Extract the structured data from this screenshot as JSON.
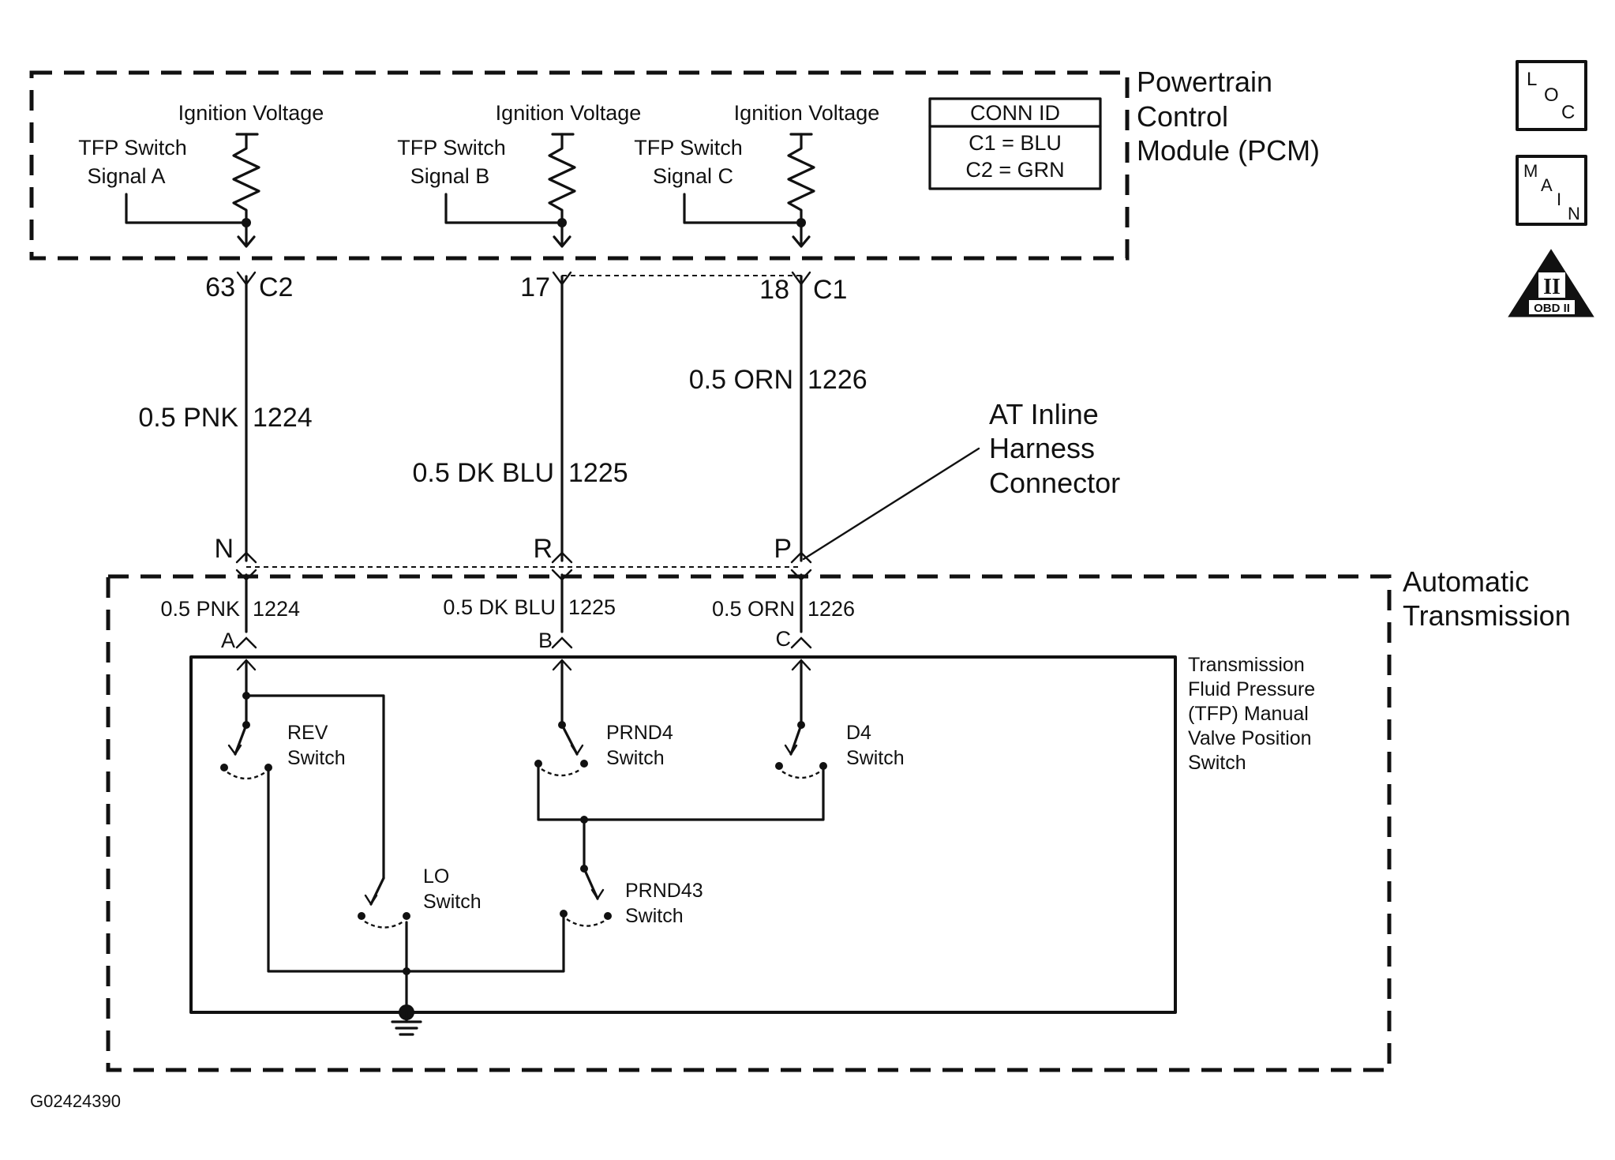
{
  "pcm": {
    "title": [
      "Powertrain",
      "Control",
      "Module (PCM)"
    ],
    "inputs": [
      {
        "top": "Ignition Voltage",
        "sig1": "TFP Switch",
        "sig2": "Signal A"
      },
      {
        "top": "Ignition Voltage",
        "sig1": "TFP Switch",
        "sig2": "Signal B"
      },
      {
        "top": "Ignition Voltage",
        "sig1": "TFP Switch",
        "sig2": "Signal C"
      }
    ],
    "conn_id": {
      "title": "CONN ID",
      "c1": "C1 = BLU",
      "c2": "C2 = GRN"
    }
  },
  "pins": {
    "p63": "63",
    "c2": "C2",
    "p17": "17",
    "p18": "18",
    "c1": "C1"
  },
  "wires": [
    {
      "gauge": "0.5 PNK",
      "circuit": "1224"
    },
    {
      "gauge": "0.5 DK BLU",
      "circuit": "1225"
    },
    {
      "gauge": "0.5 ORN",
      "circuit": "1226"
    }
  ],
  "inline": {
    "label": [
      "AT Inline",
      "Harness",
      "Connector"
    ],
    "pins": [
      "N",
      "R",
      "P"
    ]
  },
  "trans": {
    "title": [
      "Automatic",
      "Transmission"
    ],
    "pins": [
      "A",
      "B",
      "C"
    ],
    "tfp_label": [
      "Transmission",
      "Fluid Pressure",
      "(TFP) Manual",
      "Valve Position",
      "Switch"
    ],
    "switches": {
      "rev": [
        "REV",
        "Switch"
      ],
      "prnd4": [
        "PRND4",
        "Switch"
      ],
      "d4": [
        "D4",
        "Switch"
      ],
      "lo": [
        "LO",
        "Switch"
      ],
      "prnd43": [
        "PRND43",
        "Switch"
      ]
    }
  },
  "icons": {
    "loc": [
      "L",
      "O",
      "C"
    ],
    "main": [
      "M",
      "A",
      "I",
      "N"
    ],
    "obd_roman": "II",
    "obd_text": "OBD II"
  },
  "figure_id": "G02424390"
}
